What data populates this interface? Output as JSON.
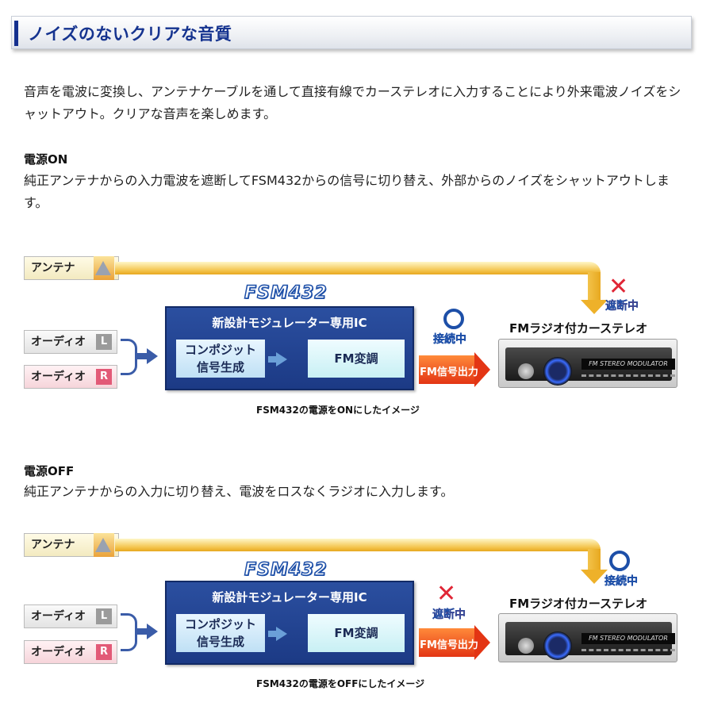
{
  "header": {
    "title": "ノイズのないクリアな音質"
  },
  "intro": "音声を電波に変換し、アンテナケーブルを通して直接有線でカーステレオに入力することにより外来電波ノイズをシャットアウト。クリアな音声を楽しめます。",
  "sections": [
    {
      "heading": "電源ON",
      "text": "純正アンテナからの入力電波を遮断してFSM432からの信号に切り替え、外部からのノイズをシャットアウトします。",
      "diagram": {
        "antenna_label": "アンテナ",
        "logo": "FSM432",
        "ic_title": "新設計モジュレーター専用IC",
        "block1": "コンポジット\n信号生成",
        "block2": "FM変調",
        "audio_l": "オーディオ",
        "audio_l_tag": "L",
        "audio_r": "オーディオ",
        "audio_r_tag": "R",
        "output_label": "FM信号出力",
        "output_status": "接続中",
        "antenna_status": "遮断中",
        "radio_title": "FMラジオ付カーステレオ",
        "radio_display": "FM STEREO MODULATOR",
        "caption": "FSM432の電源をONにしたイメージ"
      }
    },
    {
      "heading": "電源OFF",
      "text": "純正アンテナからの入力に切り替え、電波をロスなくラジオに入力します。",
      "diagram": {
        "antenna_label": "アンテナ",
        "logo": "FSM432",
        "ic_title": "新設計モジュレーター専用IC",
        "block1": "コンポジット\n信号生成",
        "block2": "FM変調",
        "audio_l": "オーディオ",
        "audio_l_tag": "L",
        "audio_r": "オーディオ",
        "audio_r_tag": "R",
        "output_label": "FM信号出力",
        "output_status": "遮断中",
        "antenna_status": "接続中",
        "radio_title": "FMラジオ付カーステレオ",
        "radio_display": "FM STEREO MODULATOR",
        "caption": "FSM432の電源をOFFにしたイメージ"
      }
    }
  ],
  "colors": {
    "title_blue": "#15338f",
    "ic_blue": "#1c3a85",
    "accent_red": "#e02636",
    "arrow_orange": "#e33514",
    "antenna_yellow": "#f3c34a"
  }
}
